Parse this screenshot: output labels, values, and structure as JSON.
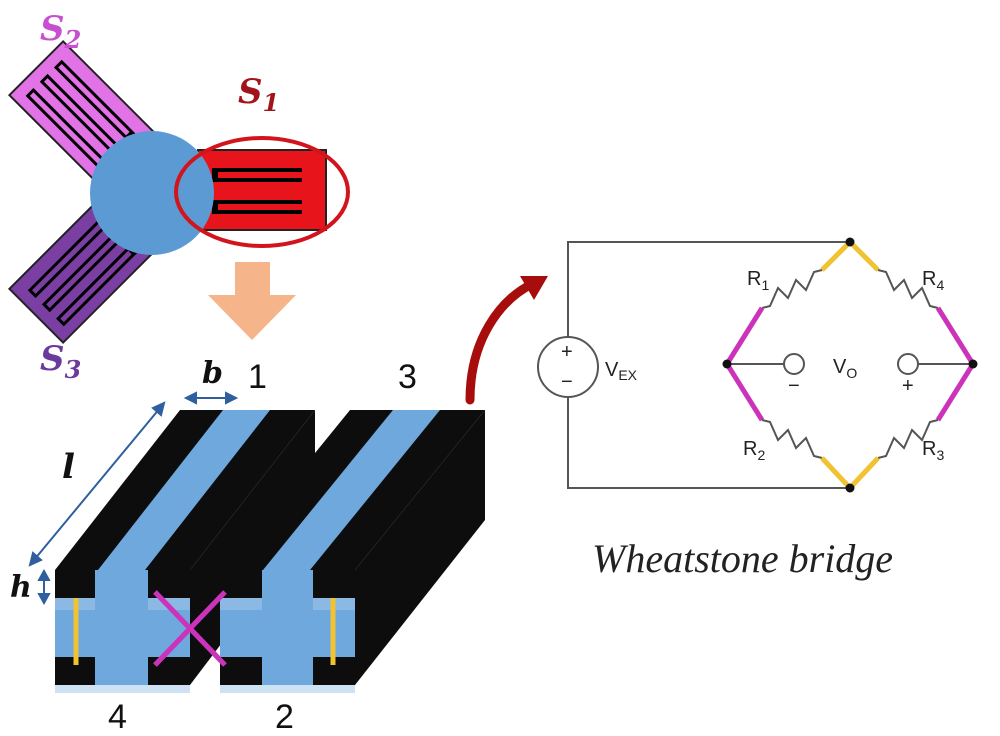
{
  "sensor": {
    "s1": {
      "main": "S",
      "sub": "1"
    },
    "s2": {
      "main": "S",
      "sub": "2"
    },
    "s3": {
      "main": "S",
      "sub": "3"
    }
  },
  "beam": {
    "label_b": "b",
    "label_l": "l",
    "label_h": "h",
    "gauge_1": "1",
    "gauge_2": "2",
    "gauge_3": "3",
    "gauge_4": "4"
  },
  "circuit": {
    "source": {
      "main": "V",
      "sub": "EX",
      "plus": "+",
      "minus": "−"
    },
    "output": {
      "main": "V",
      "sub": "O",
      "minus": "−",
      "plus": "+"
    },
    "r1": {
      "main": "R",
      "sub": "1"
    },
    "r2": {
      "main": "R",
      "sub": "2"
    },
    "r3": {
      "main": "R",
      "sub": "3"
    },
    "r4": {
      "main": "R",
      "sub": "4"
    }
  },
  "caption": "Wheatstone bridge",
  "colors": {
    "s1": "#e8141b",
    "s1_label": "#a2141c",
    "s2": "#e173e6",
    "s2_label": "#c84fd0",
    "s3": "#7b3fa3",
    "s3_label": "#6a3a9c",
    "hub": "#5c9ad4",
    "beam_blue": "#6fa8dc",
    "beam_black": "#0d0d0d",
    "arrow_down": "#f5b48a",
    "arrow_curve": "#a80d0d",
    "gauge_yellow": "#f1c232",
    "gauge_magenta": "#cc33bb"
  }
}
